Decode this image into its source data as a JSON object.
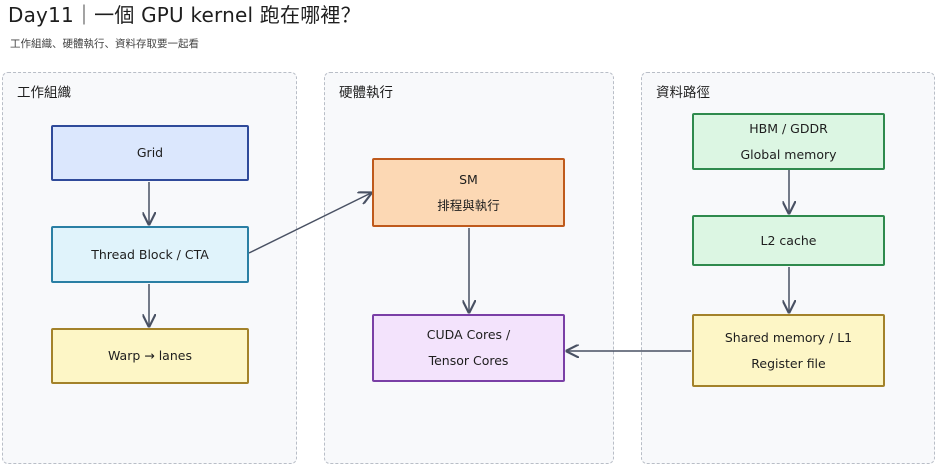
{
  "header": {
    "title": "Day11｜一個 GPU kernel 跑在哪裡？",
    "subtitle": "工作組織、硬體執行、資料存取要一起看"
  },
  "groups": {
    "work": {
      "label": "工作組織"
    },
    "hardware": {
      "label": "硬體執行"
    },
    "data": {
      "label": "資料路徑"
    }
  },
  "nodes": {
    "grid": {
      "lines": [
        "Grid"
      ],
      "fill": "#dbe7fd",
      "stroke": "#2f4a9a"
    },
    "thread_block": {
      "lines": [
        "Thread Block / CTA"
      ],
      "fill": "#e0f3fb",
      "stroke": "#2a7fa4"
    },
    "warp": {
      "lines": [
        "Warp → lanes"
      ],
      "fill": "#fdf6c6",
      "stroke": "#a3822a"
    },
    "sm": {
      "lines": [
        "SM",
        "排程與執行"
      ],
      "fill": "#fcd8b4",
      "stroke": "#bf5a1c"
    },
    "cuda_cores": {
      "lines": [
        "CUDA Cores /",
        "Tensor Cores"
      ],
      "fill": "#f3e3fc",
      "stroke": "#7a3fa6"
    },
    "hbm": {
      "lines": [
        "HBM / GDDR",
        "Global memory"
      ],
      "fill": "#dcf6e3",
      "stroke": "#2f8a4d"
    },
    "l2": {
      "lines": [
        "L2 cache"
      ],
      "fill": "#dcf6e3",
      "stroke": "#2f8a4d"
    },
    "shared_mem": {
      "lines": [
        "Shared memory / L1",
        "Register file"
      ],
      "fill": "#fdf6c6",
      "stroke": "#a3822a"
    }
  },
  "edge_color": "#495163"
}
